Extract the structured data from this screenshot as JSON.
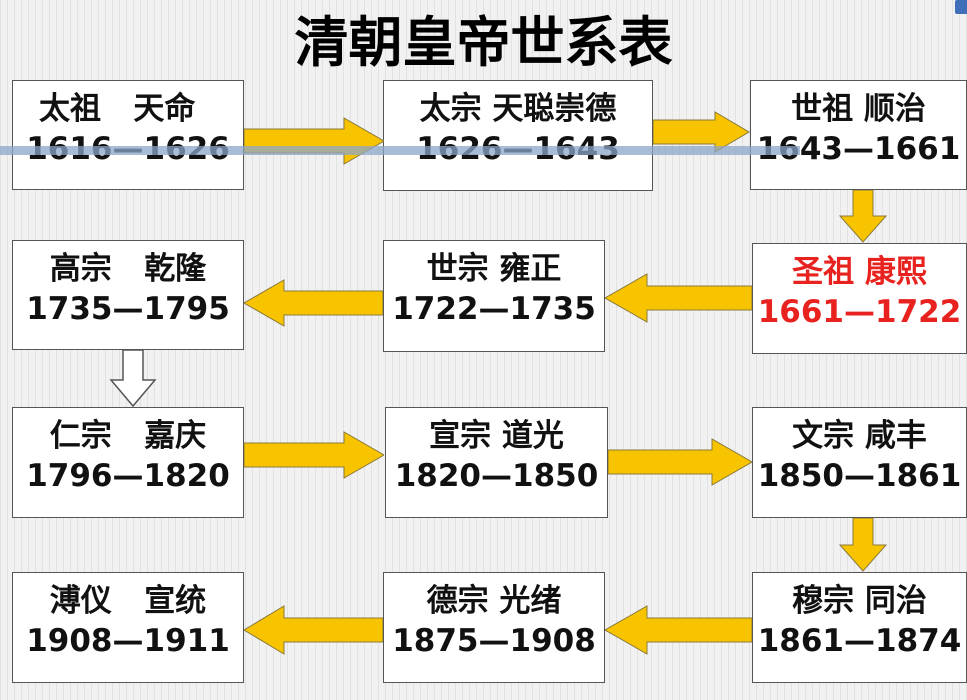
{
  "title": "清朝皇帝世系表",
  "accent_color": "#e8221e",
  "arrow_color": "#f8c400",
  "hollow_arrow_color": "#ffffff",
  "emperors": [
    {
      "temple": "太祖",
      "era": "天命",
      "years": "1616—1626"
    },
    {
      "temple": "太宗",
      "era": "天聪崇德",
      "years": "1626—1643"
    },
    {
      "temple": "世祖",
      "era": "顺治",
      "years": "1643—1661"
    },
    {
      "temple": "圣祖",
      "era": "康熙",
      "years": "1661—1722",
      "highlight": true
    },
    {
      "temple": "世宗",
      "era": "雍正",
      "years": "1722—1735"
    },
    {
      "temple": "高宗",
      "era": "乾隆",
      "years": "1735—1795"
    },
    {
      "temple": "仁宗",
      "era": "嘉庆",
      "years": "1796—1820"
    },
    {
      "temple": "宣宗",
      "era": "道光",
      "years": "1820—1850"
    },
    {
      "temple": "文宗",
      "era": "咸丰",
      "years": "1850—1861"
    },
    {
      "temple": "穆宗",
      "era": "同治",
      "years": "1861—1874"
    },
    {
      "temple": "德宗",
      "era": "光绪",
      "years": "1875—1908"
    },
    {
      "temple": "溥仪",
      "era": "宣统",
      "years": "1908—1911"
    }
  ]
}
